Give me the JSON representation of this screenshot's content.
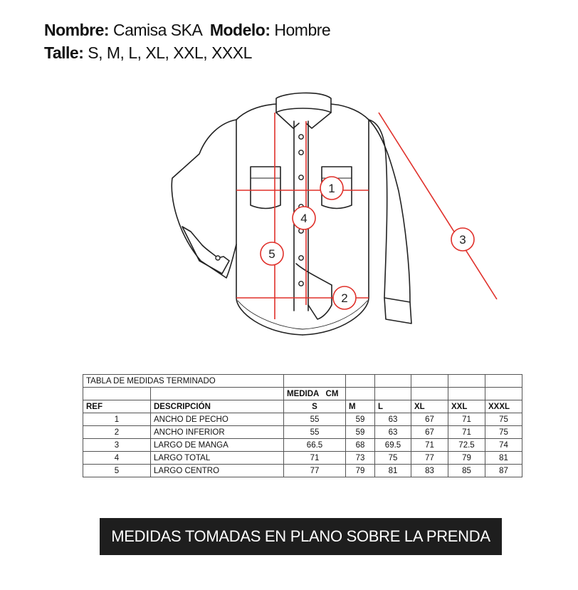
{
  "product": {
    "nombre_label": "Nombre:",
    "nombre_value": "Camisa SKA",
    "modelo_label": "Modelo:",
    "modelo_value": "Hombre",
    "talle_label": "Talle:",
    "talle_value": "S, M, L, XL, XXL, XXXL"
  },
  "figure": {
    "markers": [
      "1",
      "2",
      "3",
      "4",
      "5"
    ],
    "line_color": "#e0302a",
    "outline_color": "#222222"
  },
  "table": {
    "title": "TABLA DE MEDIDAS TERMINADO",
    "unit_header": "MEDIDA   CM",
    "headers": [
      "REF",
      "DESCRIPCIÓN",
      "S",
      "M",
      "L",
      "XL",
      "XXL",
      "XXXL"
    ],
    "rows": [
      [
        "1",
        "ANCHO DE PECHO",
        "55",
        "59",
        "63",
        "67",
        "71",
        "75"
      ],
      [
        "2",
        "ANCHO INFERIOR",
        "55",
        "59",
        "63",
        "67",
        "71",
        "75"
      ],
      [
        "3",
        "LARGO DE MANGA",
        "66.5",
        "68",
        "69.5",
        "71",
        "72.5",
        "74"
      ],
      [
        "4",
        "LARGO TOTAL",
        "71",
        "73",
        "75",
        "77",
        "79",
        "81"
      ],
      [
        "5",
        "LARGO CENTRO",
        "77",
        "79",
        "81",
        "83",
        "85",
        "87"
      ]
    ]
  },
  "footer": {
    "text": "MEDIDAS TOMADAS EN PLANO SOBRE LA PRENDA"
  }
}
